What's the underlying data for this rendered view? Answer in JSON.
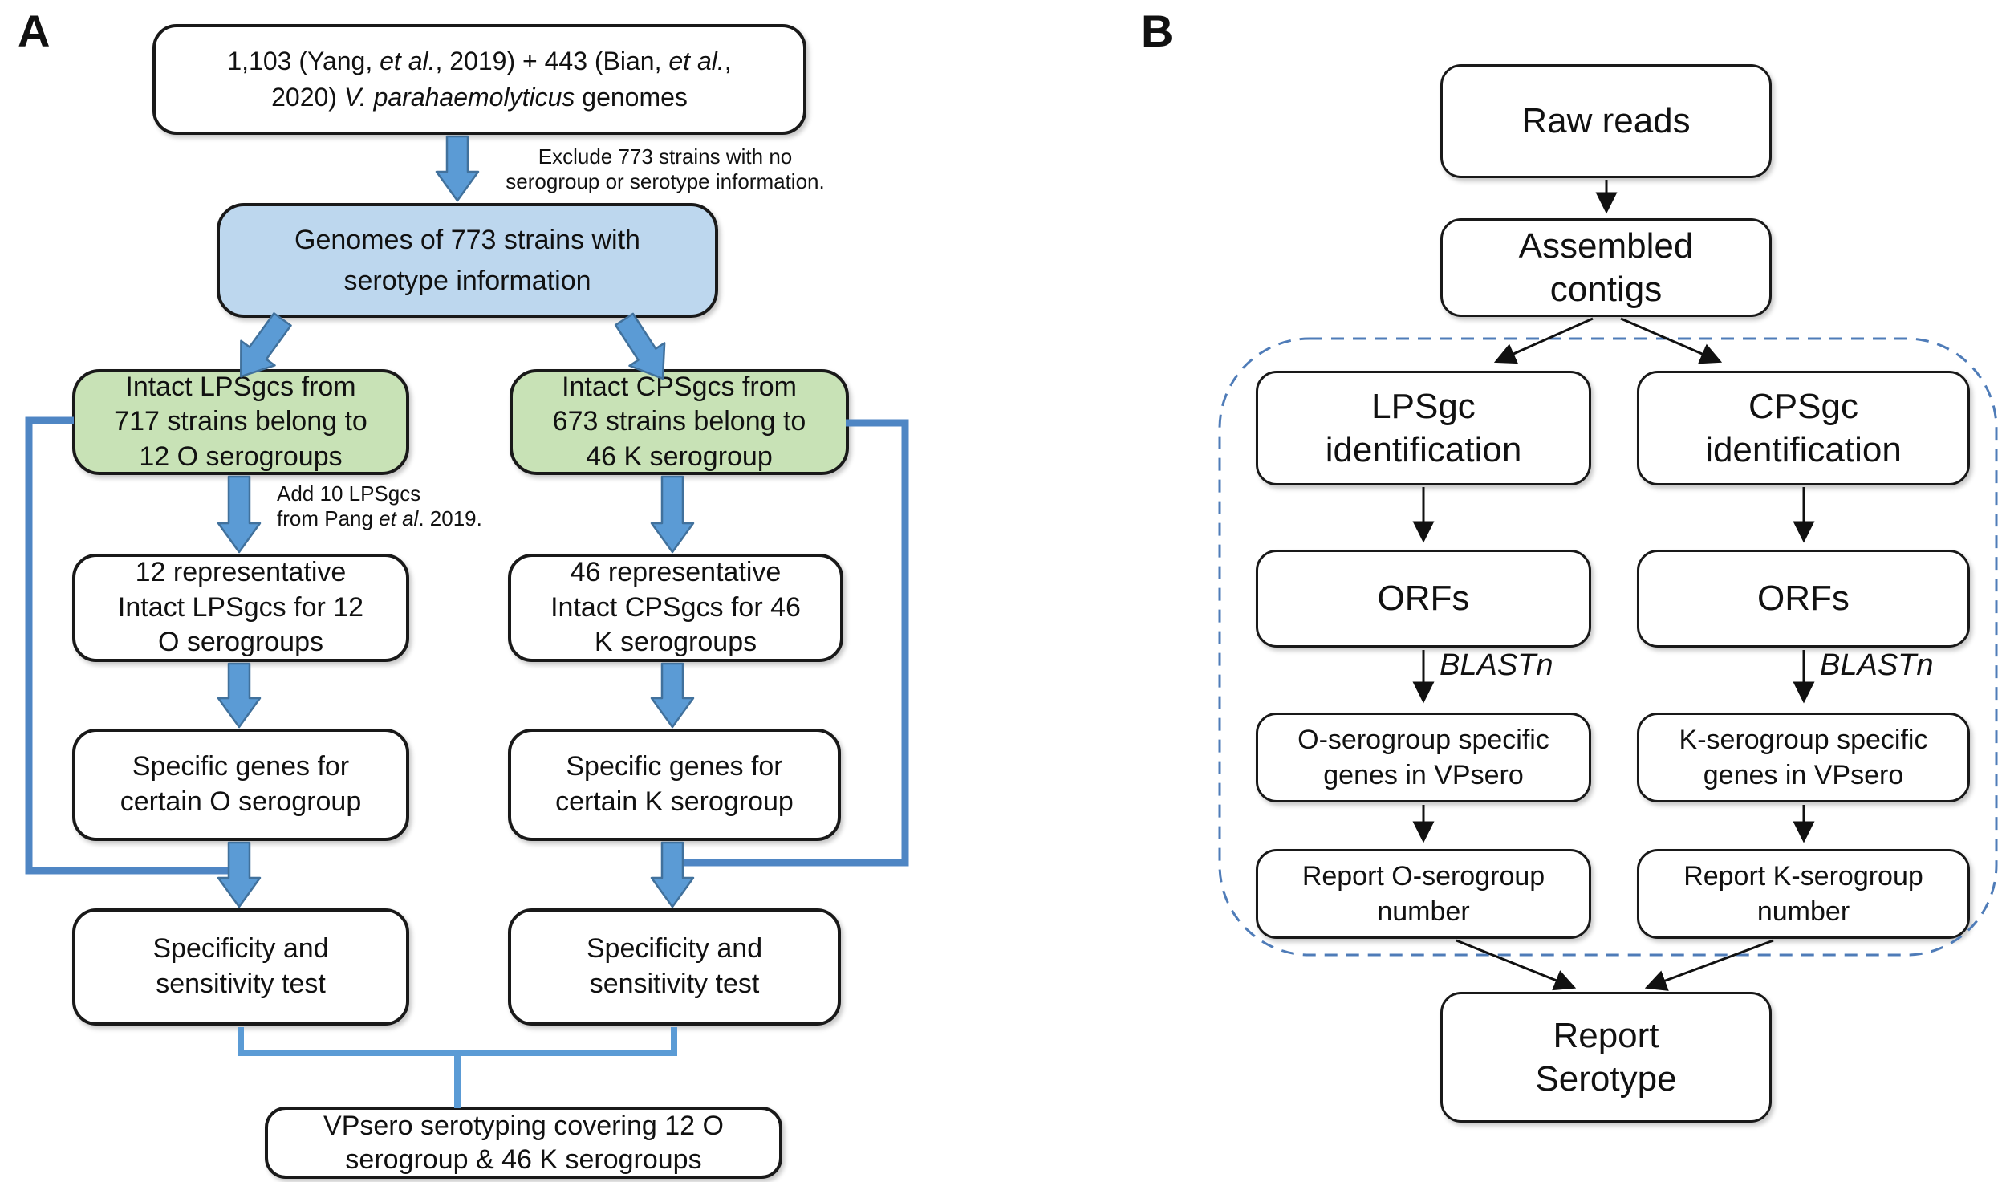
{
  "colors": {
    "fat_arrow_fill": "#5B9BD5",
    "fat_arrow_outline": "#41719C",
    "loop_line": "#4F86C4",
    "bracket": "#5B9BD5",
    "dashed_border": "#4F7CB8",
    "box_blue_fill": "#BDD7EE",
    "box_green_fill": "#C8E2B6",
    "box_border": "#191919",
    "thin_arrow": "#111111"
  },
  "panelA": {
    "label": "A",
    "intro": {
      "l1a": "1,103 (Yang, ",
      "l1b": "et al.",
      "l1c": ", 2019) + 443 (Bian, ",
      "l1d": "et al.",
      "l1e": ",",
      "l2a": "2020) ",
      "l2b": "V. parahaemolyticus",
      "l2c": " genomes"
    },
    "exclude_note": {
      "line1": "Exclude 773 strains with no",
      "line2": "serogroup or serotype information."
    },
    "genomes_box": {
      "line1": "Genomes of 773 strains with",
      "line2": "serotype information"
    },
    "lpsgc_box": {
      "line1": "Intact LPSgcs from",
      "line2": "717 strains belong to",
      "line3": "12 O serogroups"
    },
    "cpsgc_box": {
      "line1": "Intact CPSgcs from",
      "line2": "673 strains belong to",
      "line3": "46 K serogroup"
    },
    "add_note": {
      "line1": "Add 10 LPSgcs",
      "l2a": "from Pang ",
      "l2b": "et al",
      "l2c": ". 2019."
    },
    "rep_lps_box": {
      "line1": "12 representative",
      "line2": "Intact LPSgcs for 12",
      "line3": "O serogroups"
    },
    "rep_cps_box": {
      "line1": "46 representative",
      "line2": "Intact CPSgcs for 46",
      "line3": "K serogroups"
    },
    "genes_o_box": {
      "line1": "Specific genes for",
      "line2": "certain O serogroup"
    },
    "genes_k_box": {
      "line1": "Specific genes for",
      "line2": "certain K serogroup"
    },
    "test_left_box": {
      "line1": "Specificity and",
      "line2": "sensitivity test"
    },
    "test_right_box": {
      "line1": "Specificity and",
      "line2": "sensitivity test"
    },
    "result_box": {
      "line1": "VPsero serotyping covering 12 O",
      "line2": "serogroup & 46 K serogroups"
    }
  },
  "panelB": {
    "label": "B",
    "raw_reads_box": {
      "line1": "Raw reads"
    },
    "assembled_box": {
      "line1": "Assembled",
      "line2": "contigs"
    },
    "lpsgc_id_box": {
      "line1": "LPSgc",
      "line2": "identification"
    },
    "cpsgc_id_box": {
      "line1": "CPSgc",
      "line2": "identification"
    },
    "orfs_left_box": {
      "line1": "ORFs"
    },
    "orfs_right_box": {
      "line1": "ORFs"
    },
    "blastn_left": "BLASTn",
    "blastn_right": "BLASTn",
    "o_genes_box": {
      "line1": "O-serogroup specific",
      "line2": "genes in VPsero"
    },
    "k_genes_box": {
      "line1": "K-serogroup specific",
      "line2": "genes in VPsero"
    },
    "report_o_box": {
      "line1": "Report O-serogroup",
      "line2": "number"
    },
    "report_k_box": {
      "line1": "Report K-serogroup",
      "line2": "number"
    },
    "serotype_box": {
      "line1": "Report",
      "line2": "Serotype"
    }
  }
}
